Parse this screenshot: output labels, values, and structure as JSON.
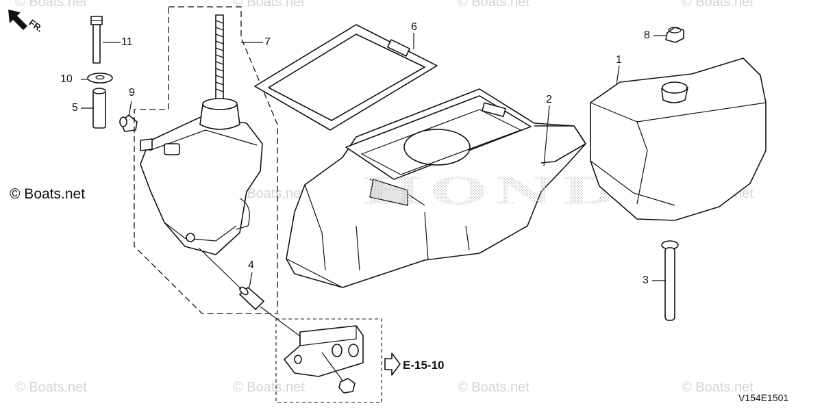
{
  "watermark_text": "© Boats.net",
  "copyright_notice": "© Boats.net",
  "orientation_label": "FR.",
  "cross_reference": "E-15-10",
  "diagram_code": "V154E1501",
  "callouts": {
    "c1": "1",
    "c2": "2",
    "c3": "3",
    "c4": "4",
    "c5": "5",
    "c6": "6",
    "c7": "7",
    "c8": "8",
    "c9": "9",
    "c10": "10",
    "c11": "11"
  },
  "colors": {
    "line": "#111111",
    "watermark": "#d4d4d4",
    "background": "#ffffff"
  }
}
